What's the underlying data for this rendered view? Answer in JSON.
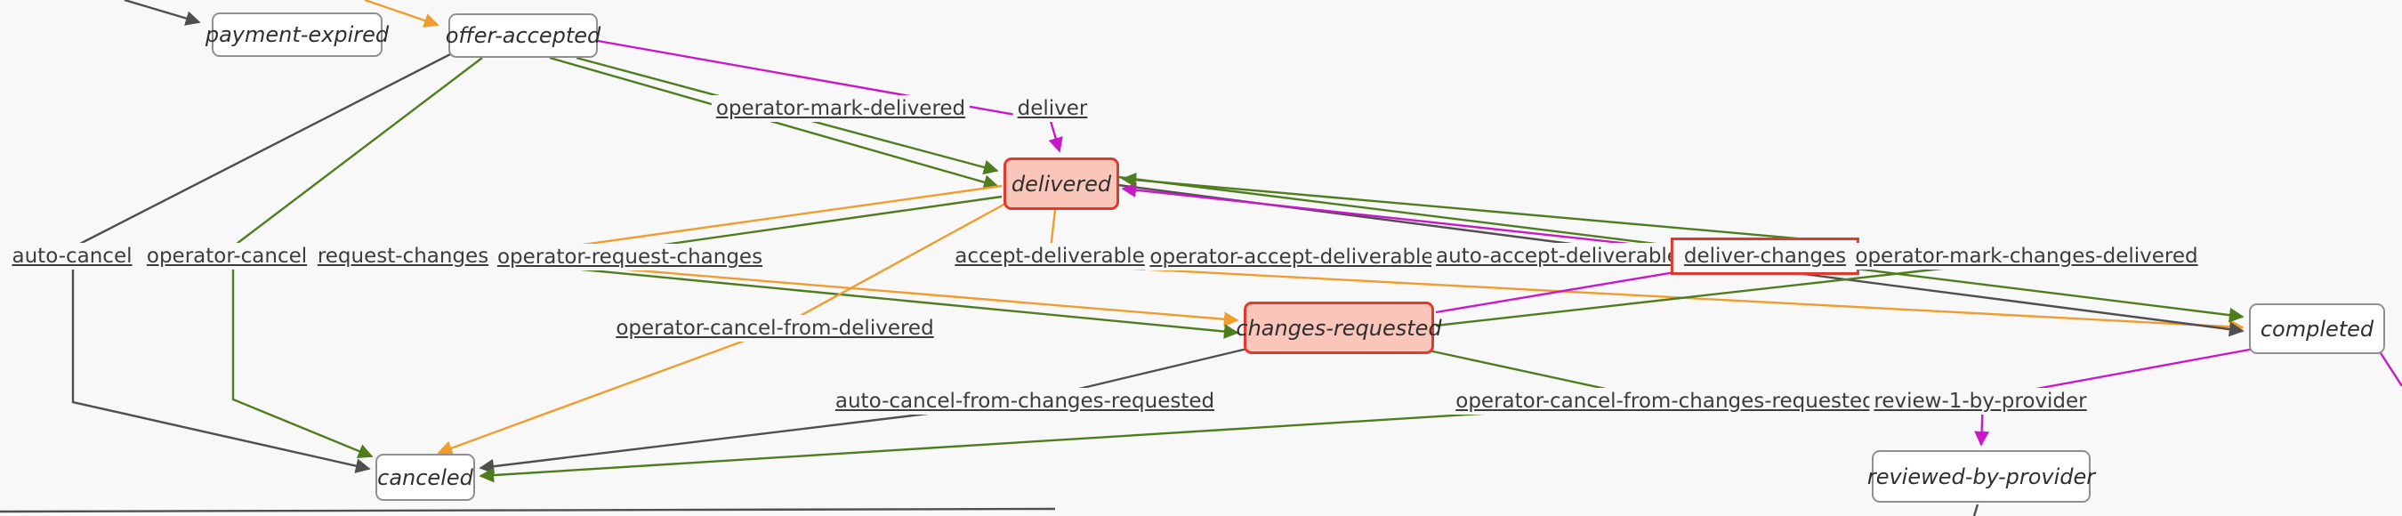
{
  "diagram": {
    "type": "state-transition-graph",
    "colors": {
      "background": "#f8f8f9",
      "node_border": "#8f8f8f",
      "node_fill": "#ffffff",
      "highlight_border": "#e0392f",
      "highlight_fill": "#f9c6b9",
      "edge_green": "#4e7d1e",
      "edge_orange": "#ef9d2e",
      "edge_gray": "#4f4f4f",
      "edge_magenta": "#c818c8",
      "label_text": "#3c3c3c"
    },
    "nodes": [
      {
        "id": "payment-expired",
        "label": "payment-expired",
        "highlighted": false
      },
      {
        "id": "offer-accepted",
        "label": "offer-accepted",
        "highlighted": false
      },
      {
        "id": "delivered",
        "label": "delivered",
        "highlighted": true
      },
      {
        "id": "changes-requested",
        "label": "changes-requested",
        "highlighted": true
      },
      {
        "id": "canceled",
        "label": "canceled",
        "highlighted": false
      },
      {
        "id": "completed",
        "label": "completed",
        "highlighted": false
      },
      {
        "id": "reviewed-by-provider",
        "label": "reviewed-by-provider",
        "highlighted": false
      }
    ],
    "edge_labels": [
      {
        "id": "operator-mark-delivered",
        "label": "operator-mark-delivered",
        "boxed": false
      },
      {
        "id": "deliver",
        "label": "deliver",
        "boxed": false
      },
      {
        "id": "auto-cancel",
        "label": "auto-cancel",
        "boxed": false
      },
      {
        "id": "operator-cancel",
        "label": "operator-cancel",
        "boxed": false
      },
      {
        "id": "request-changes",
        "label": "request-changes",
        "boxed": false
      },
      {
        "id": "operator-request-changes",
        "label": "operator-request-changes",
        "boxed": false
      },
      {
        "id": "accept-deliverable",
        "label": "accept-deliverable",
        "boxed": false
      },
      {
        "id": "operator-accept-deliverable",
        "label": "operator-accept-deliverable",
        "boxed": false
      },
      {
        "id": "auto-accept-deliverable",
        "label": "auto-accept-deliverable",
        "boxed": false
      },
      {
        "id": "deliver-changes",
        "label": "deliver-changes",
        "boxed": true
      },
      {
        "id": "operator-mark-changes-delivered",
        "label": "operator-mark-changes-delivered",
        "boxed": false
      },
      {
        "id": "operator-cancel-from-delivered",
        "label": "operator-cancel-from-delivered",
        "boxed": false
      },
      {
        "id": "auto-cancel-from-changes-requested",
        "label": "auto-cancel-from-changes-requested",
        "boxed": false
      },
      {
        "id": "operator-cancel-from-changes-requested",
        "label": "operator-cancel-from-changes-requested",
        "boxed": false
      },
      {
        "id": "review-1-by-provider",
        "label": "review-1-by-provider",
        "boxed": false
      }
    ]
  }
}
